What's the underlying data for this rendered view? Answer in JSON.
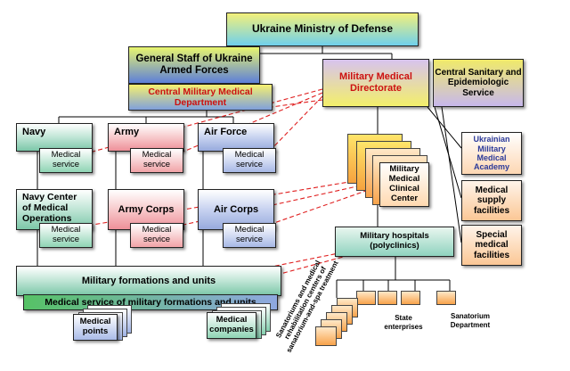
{
  "ministry": "Ukraine Ministry of Defense",
  "general_staff": "General Staff of Ukraine Armed Forces",
  "central_military_medical_department": "Central Military Medical Department",
  "military_medical_directorate": "Military  Medical Directorate",
  "central_sanitary": "Central Sanitary and Epidemiologic Service",
  "navy": "Navy",
  "army": "Army",
  "air_force": "Air Force",
  "medical_service": "Medical service",
  "navy_center": "Navy Center of Medical Operations",
  "army_corps": "Army Corps",
  "air_corps": "Air Corps",
  "military_formations": "Military formations and units",
  "medical_service_formations": "Medical service of military formations and units",
  "medical_points": "Medical points",
  "medical_companies": "Medical companies",
  "clinical_center": "Military Medical Clinical Center",
  "hospitals": "Military hospitals (polyclinics)",
  "academy": "Ukrainian Military Medical Academy",
  "supply": "Medical supply facilities",
  "special": "Special medical facilities",
  "sanatoriums": "Sanatoriums and medical rehabilitation centers of sanatorium-and-spa treatment",
  "state_enterprises": "State enterprises",
  "sanatorium_department": "Sanatorium Department",
  "colors": {
    "highlight_red": "#cc1111",
    "dashed_red": "#e02020",
    "academy_text": "#2b3a9a"
  }
}
